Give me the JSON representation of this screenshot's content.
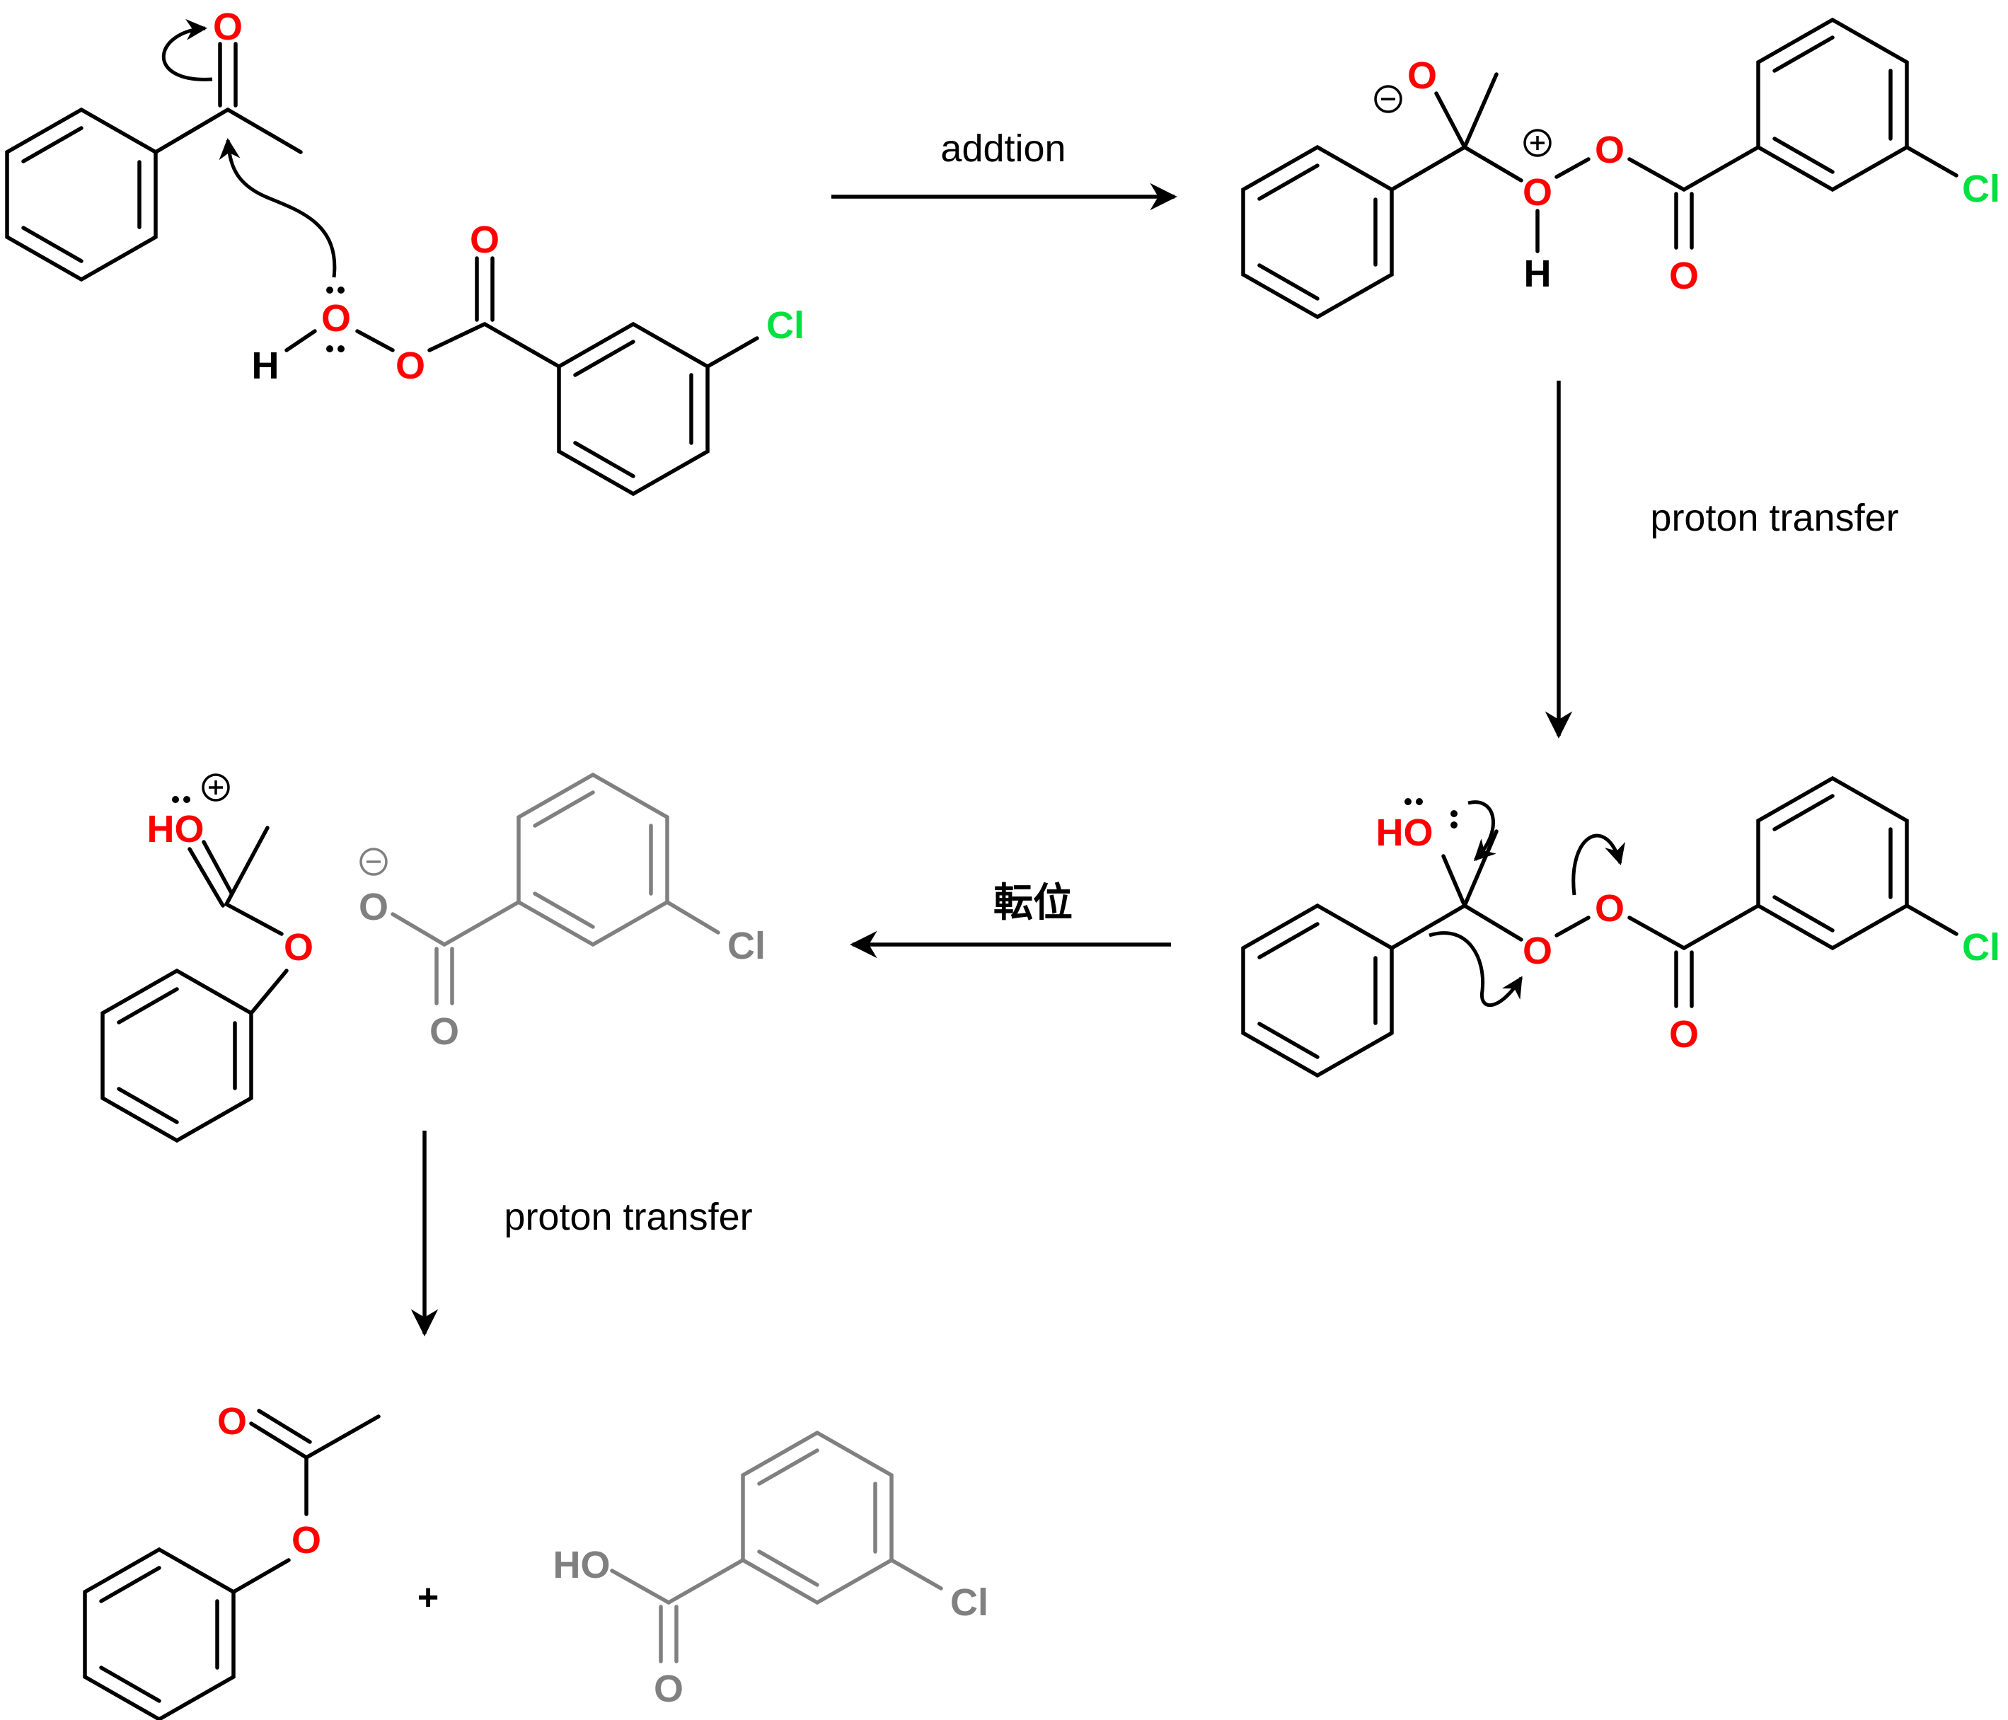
{
  "diagram": {
    "type": "reaction-mechanism",
    "colors": {
      "oxygen": "#ff0000",
      "chlorine": "#00e040",
      "carbon_bonds": "#000000",
      "spectator": "#808080"
    },
    "labels": {
      "o": "O",
      "h": "H",
      "cl": "Cl",
      "ho": "HO",
      "plus": "+"
    },
    "steps": {
      "step1": "addtion",
      "step2": "proton transfer",
      "step3": "転位",
      "step4": "proton transfer"
    }
  }
}
